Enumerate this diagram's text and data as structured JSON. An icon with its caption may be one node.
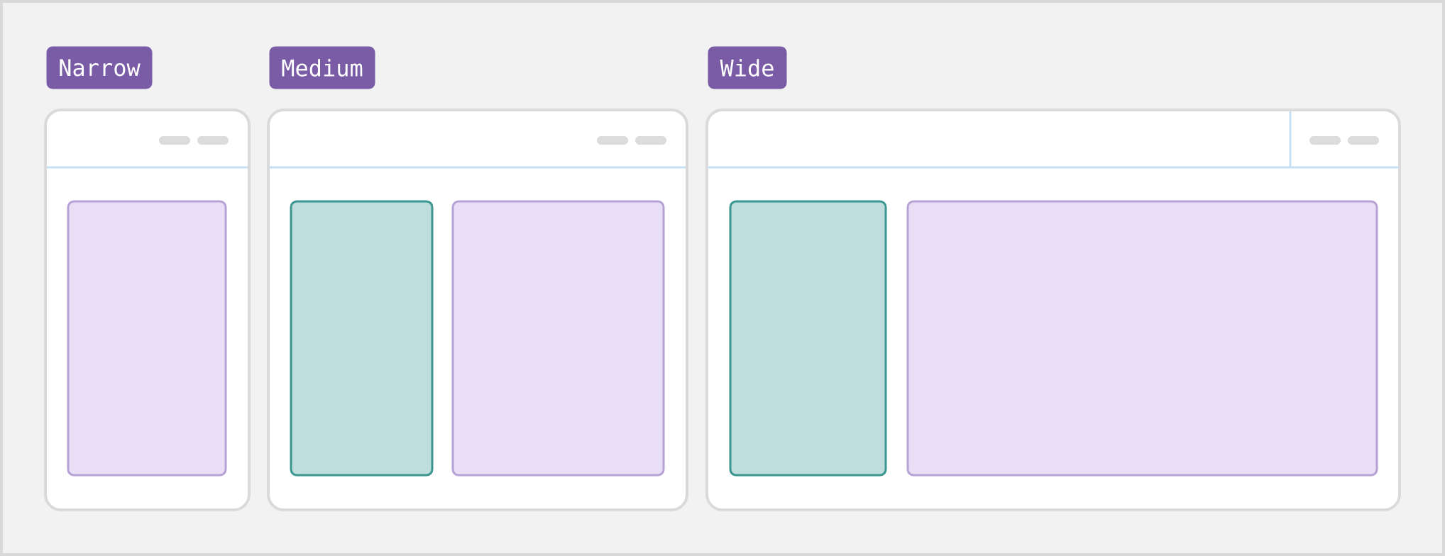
{
  "diagram": {
    "nodes": [
      {
        "text": [
          "Narrow"
        ]
      },
      {
        "text": [
          "Medium"
        ]
      },
      {
        "text": [
          "Wide"
        ]
      },
      {
        "text": [],
        "shape": "box"
      },
      {
        "text": [],
        "shape": "box",
        "in": 3
      },
      {
        "text": [],
        "shape": "box"
      },
      {
        "text": [],
        "shape": "box",
        "in": 5
      },
      {
        "text": [],
        "shape": "box",
        "in": 5
      },
      {
        "text": [],
        "shape": "box"
      },
      {
        "text": [],
        "shape": "box",
        "in": 8
      },
      {
        "text": [],
        "shape": "box",
        "in": 8
      }
    ]
  }
}
